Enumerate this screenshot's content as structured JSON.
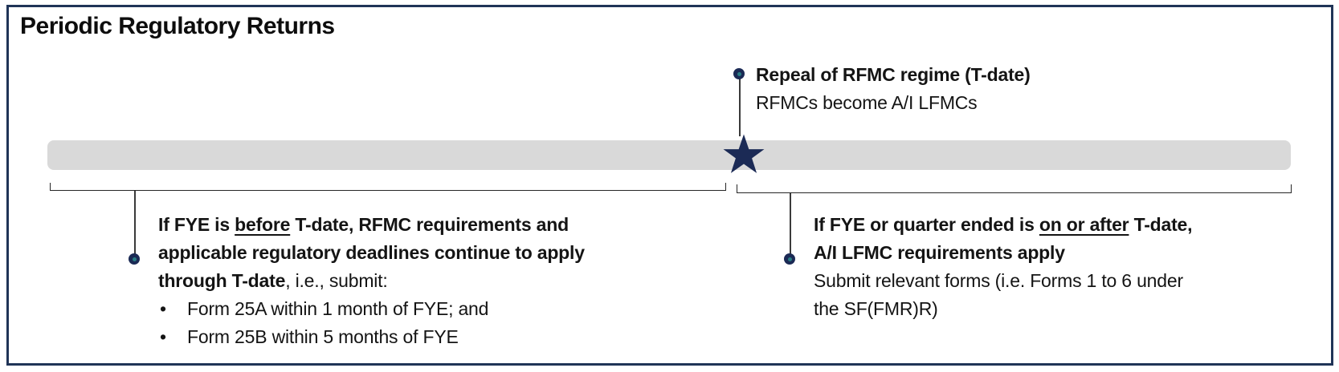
{
  "colors": {
    "navy": "#203457",
    "star_navy": "#1b2a55",
    "teal": "#2a7e85",
    "bar_gray": "#d9d9d9"
  },
  "header": {
    "title": "Periodic Regulatory Returns"
  },
  "event_note": {
    "title": "Repeal of RFMC regime (T-date)",
    "subtitle": "RFMCs become A/I LFMCs"
  },
  "left_note": {
    "l1_bold_a": "If FYE is ",
    "l1_underline": "before",
    "l1_bold_b": " T-date, RFMC requirements and",
    "l2_bold": "applicable regulatory deadlines continue to apply",
    "l3_bold": "through T-date",
    "l3_regular": ", i.e., submit:",
    "bullet_glyph": "•",
    "bullets": [
      "Form 25A within 1 month of FYE; and",
      "Form 25B within 5 months of FYE"
    ]
  },
  "right_note": {
    "l1_bold_a": "If FYE or quarter ended is ",
    "l1_underline": "on or after",
    "l1_bold_b": " T-date,",
    "l2_bold": "A/I LFMC requirements apply",
    "l3_regular": "Submit relevant forms (i.e. Forms 1 to 6 under",
    "l4_regular": "the SF(FMR)R)"
  }
}
